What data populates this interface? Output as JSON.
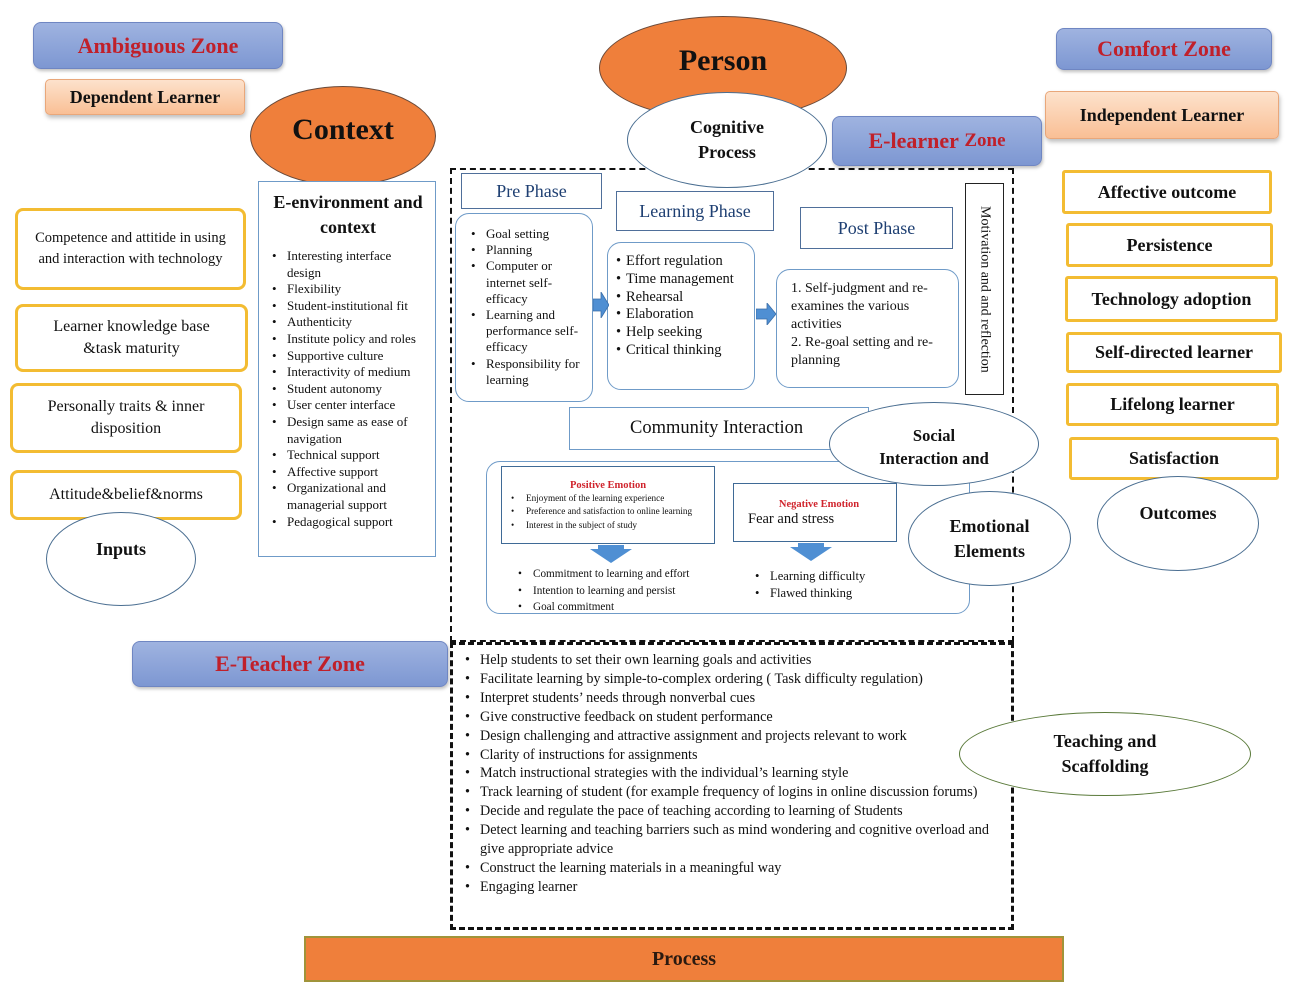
{
  "zones": {
    "ambiguous": "Ambiguous Zone",
    "comfort": "Comfort Zone",
    "elearner_prefix": "E-learner",
    "elearner_suffix": "Zone",
    "eteacher": "E-Teacher Zone"
  },
  "learners": {
    "dependent": "Dependent Learner",
    "independent": "Independent Learner"
  },
  "ellipses": {
    "person": "Person",
    "context": "Context",
    "cognitive": [
      "Cognitive",
      "Process"
    ],
    "social": [
      "Social",
      "Interaction and"
    ],
    "emotional": [
      "Emotional",
      "Elements"
    ],
    "inputs": "Inputs",
    "outcomes": "Outcomes",
    "teaching": [
      "Teaching and",
      "Scaffolding"
    ]
  },
  "inputs": [
    "Competence and attitide in using and interaction with technology",
    "Learner knowledge base &task maturity",
    "Personally traits & inner disposition",
    "Attitude&belief&norms"
  ],
  "environment": {
    "title": "E-environment and context",
    "items": [
      "Interesting interface design",
      "Flexibility",
      "Student-institutional fit",
      "Authenticity",
      "Institute policy and roles",
      "Supportive culture",
      "Interactivity of medium",
      "Student autonomy",
      "User center interface",
      "Design same as ease of navigation",
      "Technical support",
      "Affective support",
      "Organizational and managerial support",
      "Pedagogical support"
    ]
  },
  "phases": {
    "pre": {
      "title": "Pre Phase",
      "items": [
        "Goal setting",
        "Planning",
        "Computer or internet self-efficacy",
        "Learning and performance self-efficacy",
        "Responsibility for learning"
      ]
    },
    "learning": {
      "title": "Learning Phase",
      "items": [
        "Effort regulation",
        "Time management",
        "Rehearsal",
        "Elaboration",
        "Help seeking",
        "Critical thinking"
      ]
    },
    "post": {
      "title": "Post Phase",
      "items": [
        "1. Self-judgment and re-examines the various activities",
        "2. Re-goal setting and re-planning"
      ]
    },
    "motivation": "Motivation and and reflection"
  },
  "community": {
    "title": "Community Interaction",
    "positive": {
      "title": "Positive Emotion",
      "items": [
        "Enjoyment of the learning experience",
        "Preference and satisfaction  to online learning",
        "Interest in the subject of study"
      ],
      "results": [
        "Commitment to learning and effort",
        "Intention to learning and persist",
        "Goal commitment"
      ]
    },
    "negative": {
      "title": "Negative Emotion",
      "subtitle": "Fear and stress",
      "results": [
        "Learning difficulty",
        "Flawed thinking"
      ]
    }
  },
  "outcomes": [
    "Affective outcome",
    "Persistence",
    "Technology adoption",
    "Self-directed learner",
    "Lifelong learner",
    "Satisfaction"
  ],
  "teacher_items": [
    "Help students to set their own learning goals and activities",
    "Facilitate learning by simple-to-complex ordering ( Task difficulty regulation)",
    "Interpret students’ needs through nonverbal cues",
    "Give constructive feedback on student performance",
    "Design challenging and attractive assignment and projects relevant to work",
    "Clarity of instructions for assignments",
    "Match instructional strategies with the individual’s learning style",
    "Track learning of student (for example frequency of logins in online discussion forums)",
    "Decide and regulate the pace of teaching according to learning of Students",
    "Detect learning and teaching  barriers such as mind wondering and cognitive overload and give appropriate advice",
    "Construct the learning materials in a meaningful way",
    "Engaging learner"
  ],
  "process_bar": "Process",
  "colors": {
    "zone_blue": "#8aa2da",
    "zone_text_red": "#c0202a",
    "orange": "#ef7f3b",
    "learner_peach": "#fbcfae",
    "outline_yellow": "#f3bc32",
    "phase_blue": "#6f9bc8",
    "arrow_blue": "#4f8fd3"
  }
}
